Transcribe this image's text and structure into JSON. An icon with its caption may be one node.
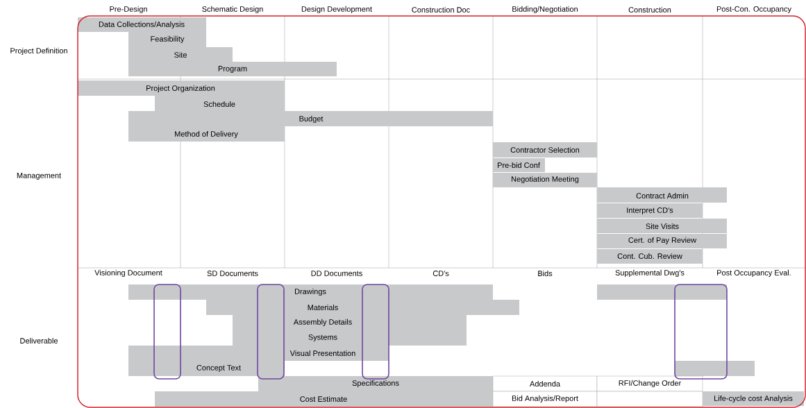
{
  "diagram": {
    "nodes": [
      {
        "text": [
          "Data Collections/Analysis"
        ]
      },
      {
        "text": [
          "Feasibility"
        ]
      },
      {
        "text": [
          "Site"
        ]
      },
      {
        "text": [
          "Program"
        ]
      },
      {
        "text": [
          "Project Organization"
        ]
      },
      {
        "text": [
          "Schedule"
        ]
      },
      {
        "text": [
          "Budget"
        ]
      },
      {
        "text": [
          "Method of Delivery"
        ]
      },
      {
        "text": [
          "Contractor Selection"
        ]
      },
      {
        "text": [
          "Pre-bid Conf"
        ]
      },
      {
        "text": [
          "Negotiation Meeting"
        ]
      },
      {
        "text": [
          "Contract Admin"
        ]
      },
      {
        "text": [
          "Interpret CD's"
        ]
      },
      {
        "text": [
          "Site Visits"
        ]
      },
      {
        "text": [
          "Cert. of Pay Review"
        ]
      },
      {
        "text": [
          "Cont. Cub. Review"
        ]
      },
      {
        "text": [
          "Drawings"
        ]
      },
      {
        "text": [],
        "shape": "bar"
      },
      {
        "text": [
          "Materials"
        ]
      },
      {
        "text": [
          "Assembly Details"
        ]
      },
      {
        "text": [
          "Systems"
        ]
      },
      {
        "text": [
          "Visual Presentation"
        ]
      },
      {
        "text": [
          "Concept Text"
        ]
      },
      {
        "text": [],
        "shape": "bar"
      },
      {
        "text": [
          "Specifications"
        ]
      },
      {
        "text": [
          "Addenda"
        ]
      },
      {
        "text": [
          "RFI/Change Order"
        ]
      },
      {
        "text": [
          "Cost Estimate"
        ]
      },
      {
        "text": [
          "Bid Analysis/Report"
        ]
      },
      {
        "text": [],
        "shape": "box"
      },
      {
        "text": [
          "Life-cycle cost Analysis"
        ]
      }
    ],
    "labels": [
      "Pre-Design",
      "Schematic Design",
      "Design Development",
      "Construction Doc",
      "Bidding/Negotiation",
      "Construction",
      "Post-Con. Occupancy",
      "Project Definition",
      "Management",
      "Visioning Document",
      "SD Documents",
      "DD Documents",
      "CD's",
      "Bids",
      "Supplemental Dwg's",
      "Post Occupancy Eval.",
      "Deliverable"
    ]
  }
}
